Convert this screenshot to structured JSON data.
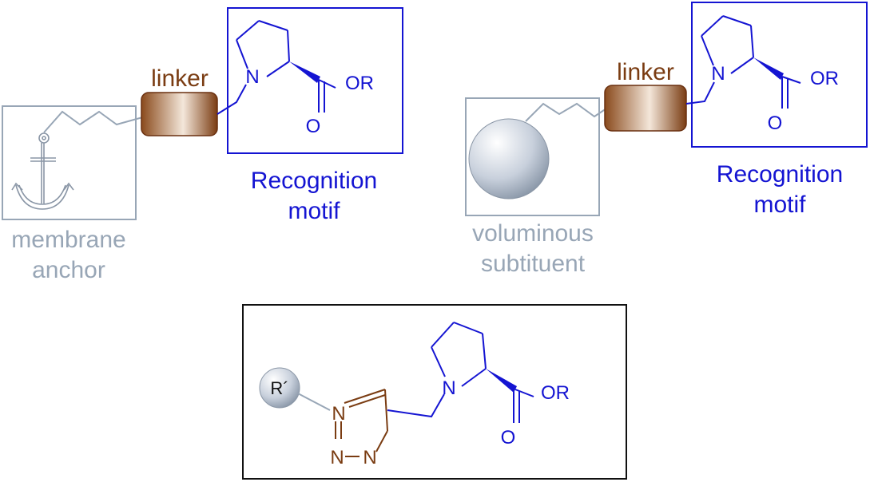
{
  "colors": {
    "recognition": "#1414d2",
    "linker": "#7a3c12",
    "substituent": "#98a6b6",
    "frame": "#111111"
  },
  "panel_left": {
    "linker_label": "linker",
    "recognition_line1": "Recognition",
    "recognition_line2": "motif",
    "substituent_line1": "membrane",
    "substituent_line2": "anchor",
    "substituent_icon": "anchor-icon",
    "atom_n": "N",
    "atom_o": "O",
    "group_or": "OR"
  },
  "panel_right": {
    "linker_label": "linker",
    "recognition_line1": "Recognition",
    "recognition_line2": "motif",
    "substituent_line1": "voluminous",
    "substituent_line2": "subtituent",
    "substituent_icon": "sphere-icon",
    "atom_n": "N",
    "atom_o": "O",
    "group_or": "OR"
  },
  "panel_bottom": {
    "r_group": "R´",
    "triazole_n1": "N",
    "triazole_n2": "N",
    "triazole_n3": "N",
    "atom_n": "N",
    "atom_o": "O",
    "group_or": "OR"
  }
}
